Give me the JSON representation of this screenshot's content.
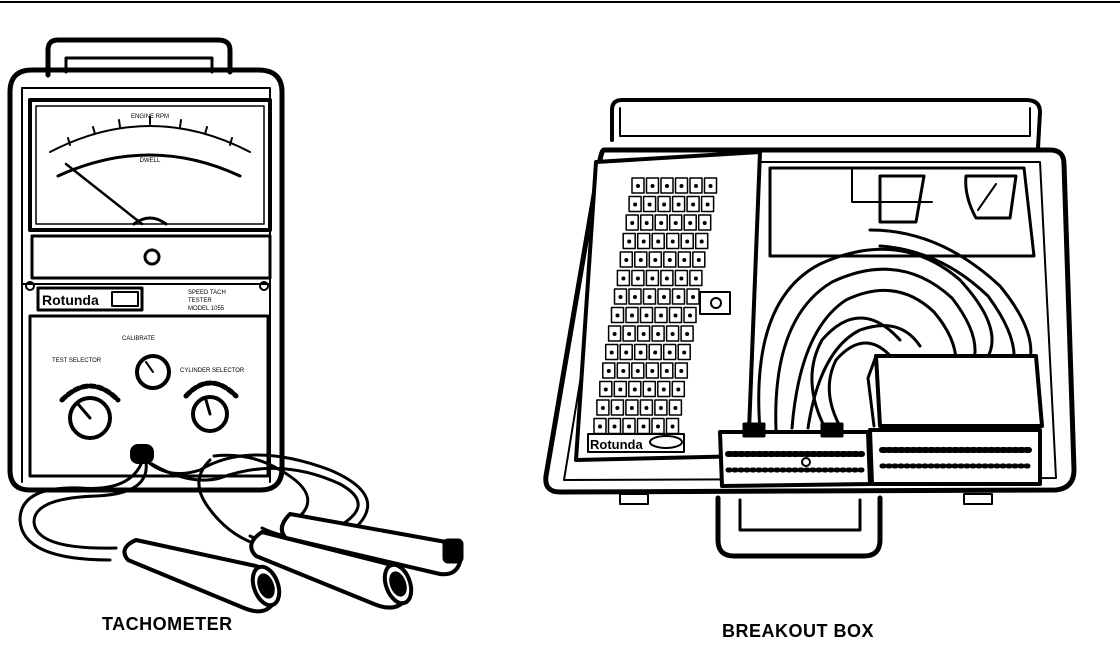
{
  "figure": {
    "left_caption": "TACHOMETER",
    "right_caption": "BREAKOUT BOX"
  },
  "tachometer": {
    "brand": "Rotunda",
    "nameplate_lines": [
      "SPEED TACH",
      "TESTER",
      "MODEL 1055"
    ],
    "calibrate_label": "CALIBRATE",
    "test_selector_label": "TEST SELECTOR",
    "cylinder_selector_label": "CYLINDER SELECTOR",
    "meter_scale_top": "ENGINE RPM",
    "meter_scale_bottom": "DWELL"
  },
  "breakout_box": {
    "brand": "Rotunda"
  }
}
